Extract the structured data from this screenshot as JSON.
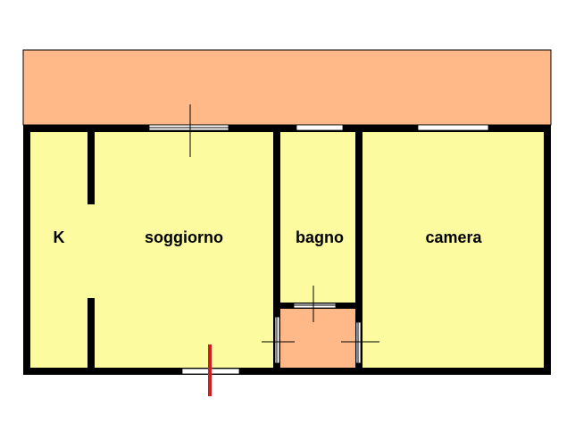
{
  "plan": {
    "colors": {
      "room_fill": "#FCFBA0",
      "terrace_fill": "#FFB888",
      "landing_fill": "#FFB888",
      "wall": "#000000",
      "window": "#FFFFFF",
      "marker": "#000000",
      "entrance": "#D21E1E"
    },
    "rooms": [
      {
        "id": "k",
        "label": "K"
      },
      {
        "id": "soggiorno",
        "label": "soggiorno"
      },
      {
        "id": "bagno",
        "label": "bagno"
      },
      {
        "id": "camera",
        "label": "camera"
      }
    ]
  }
}
